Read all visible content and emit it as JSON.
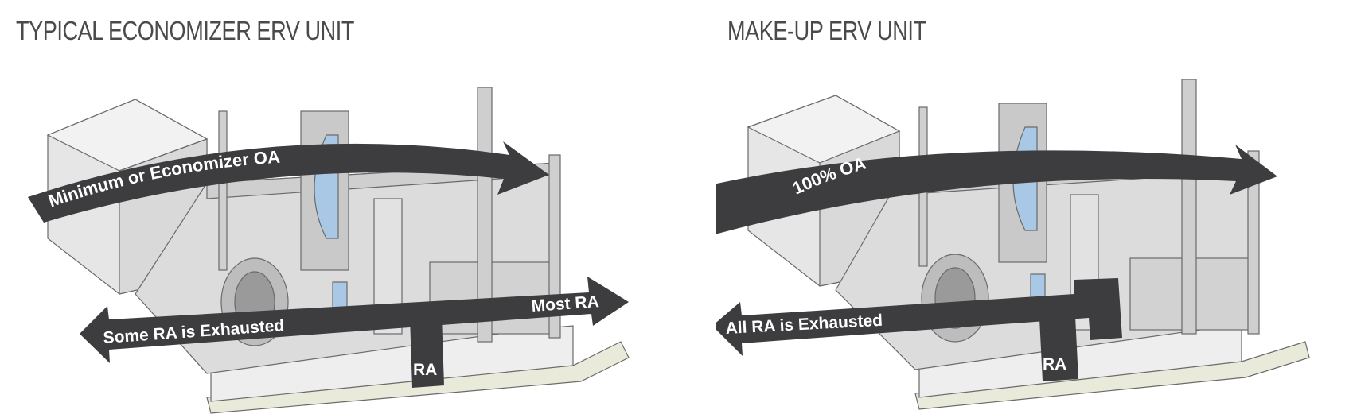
{
  "panels": [
    {
      "title": "TYPICAL ECONOMIZER ERV UNIT",
      "oa_label": "Minimum or Economizer OA",
      "exhaust_label": "Some RA is Exhausted",
      "most_label": "Most RA",
      "ra_label": "RA"
    },
    {
      "title": "MAKE-UP ERV UNIT",
      "oa_label": "100% OA",
      "exhaust_label": "All RA is Exhausted",
      "ra_label": "RA"
    }
  ],
  "colors": {
    "arrow": "#3d3d3f",
    "title": "#4a4a4a",
    "glass": "#a9c8e6",
    "metal": "#d6d6d6",
    "base": "#e9ead9"
  }
}
